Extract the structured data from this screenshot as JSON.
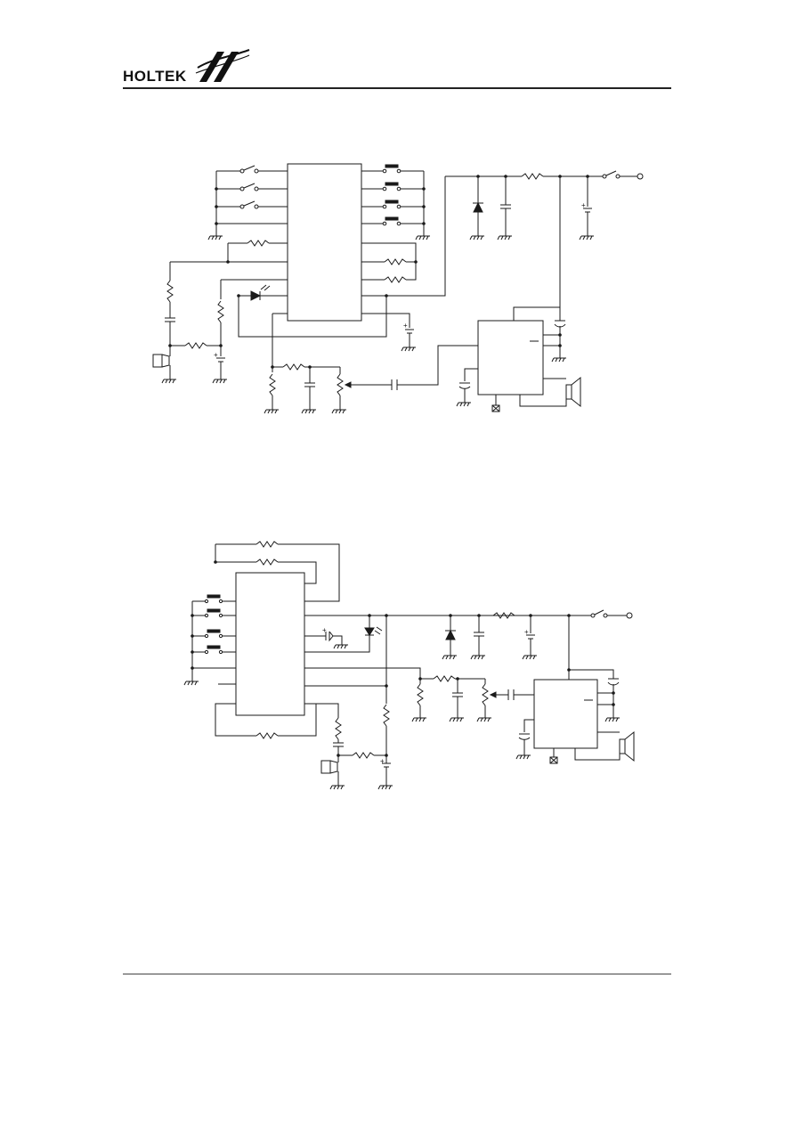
{
  "header": {
    "brand_text": "HOLTEK",
    "logo_icon": "holtek-logo-mark"
  },
  "figures": [
    {
      "name": "application-circuit-1"
    },
    {
      "name": "application-circuit-2"
    }
  ],
  "colors": {
    "ink": "#1a1a1a",
    "background": "#ffffff"
  }
}
